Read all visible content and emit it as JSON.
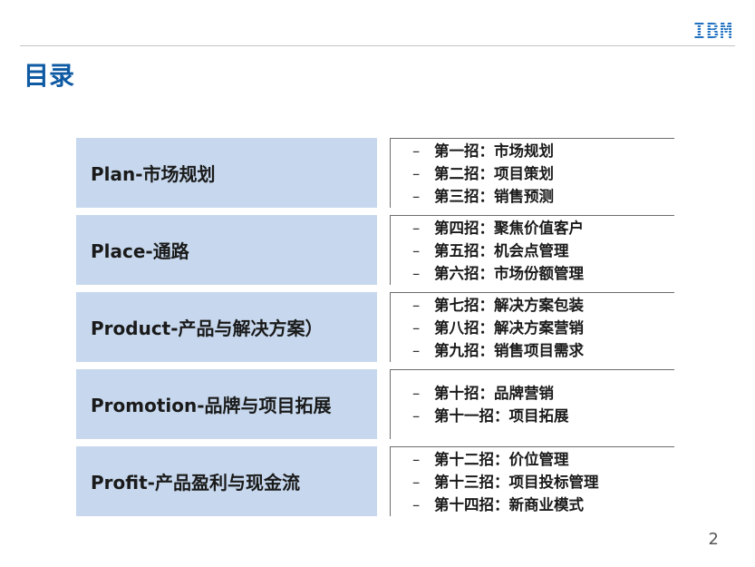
{
  "header": {
    "logo": "IBM"
  },
  "title": "目录",
  "sections": [
    {
      "label": "Plan-市场规划",
      "tactics": [
        "第一招：市场规划",
        "第二招：项目策划",
        "第三招：销售预测"
      ]
    },
    {
      "label": "Place-通路",
      "tactics": [
        "第四招：聚焦价值客户",
        "第五招：机会点管理",
        "第六招：市场份额管理"
      ]
    },
    {
      "label": "Product-产品与解决方案）",
      "tactics": [
        "第七招：解决方案包装",
        "第八招：解决方案营销",
        "第九招：销售项目需求"
      ]
    },
    {
      "label": "Promotion-品牌与项目拓展",
      "tactics": [
        "第十招：品牌营销",
        "第十一招：项目拓展"
      ]
    },
    {
      "label": "Profit-产品盈利与现金流",
      "tactics": [
        "第十二招：价位管理",
        "第十三招：项目投标管理",
        "第十四招：新商业模式"
      ]
    }
  ],
  "bullet": "–",
  "page_number": "2"
}
